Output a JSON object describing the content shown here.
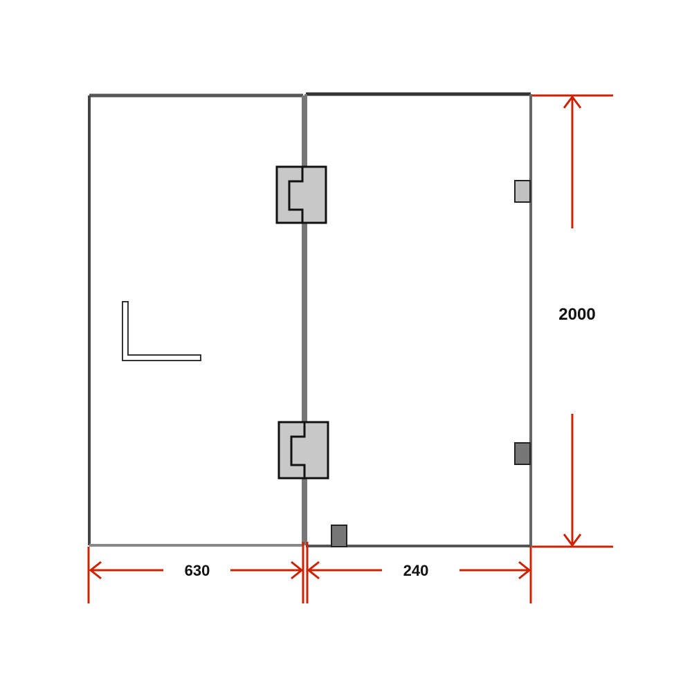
{
  "dimensions": {
    "left_panel_width": "630",
    "right_panel_width": "240",
    "height": "2000"
  },
  "colors": {
    "dimension_line": "#cc2200",
    "frame": "#555555",
    "hinge_fill": "#c8c8c8",
    "clamp_fill": "#777777"
  }
}
